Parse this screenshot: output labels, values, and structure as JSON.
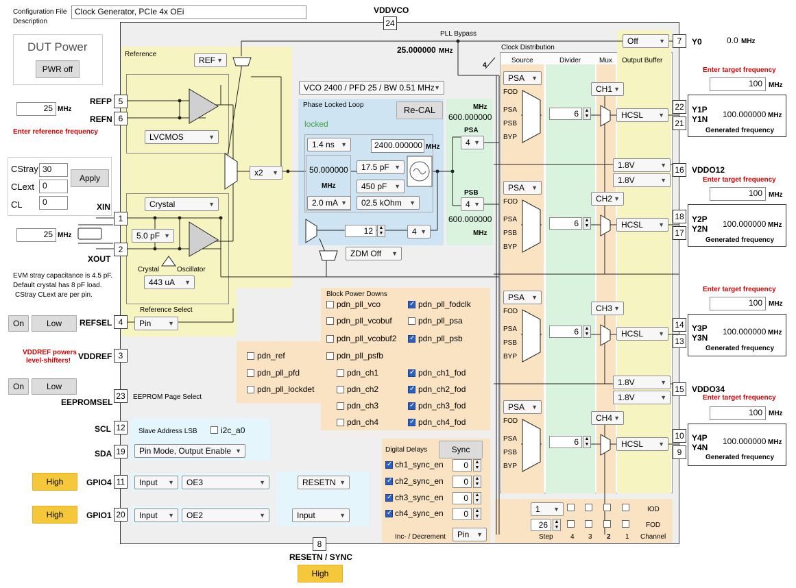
{
  "config": {
    "label_line1": "Configuration File",
    "label_line2": "Description",
    "value": "Clock Generator, PCIe 4x OEi"
  },
  "dut": {
    "title": "DUT Power",
    "button": "PWR off"
  },
  "refin": {
    "freq": "25",
    "unit": "MHz",
    "note": "Enter reference frequency"
  },
  "stray": {
    "cstray_label": "CStray",
    "clext_label": "CLext",
    "cl_label": "CL",
    "cstray": "30",
    "clext": "0",
    "cl": "0",
    "apply": "Apply"
  },
  "xtal": {
    "freq": "25",
    "unit": "MHz",
    "note1": "EVM stray capacitance is 4.5 pF.",
    "note2": "Default crystal has 8 pF load.",
    "note3": "CStray CLext are per pin."
  },
  "pins": {
    "refp": "REFP",
    "refp_num": "5",
    "refn": "REFN",
    "refn_num": "6",
    "xin": "XIN",
    "xin_num": "1",
    "xout": "XOUT",
    "xout_num": "2",
    "refsel": "REFSEL",
    "refsel_num": "4",
    "vddref": "VDDREF",
    "vddref_num": "3",
    "eepromsel": "EEPROMSEL",
    "eepromsel_num": "23",
    "scl": "SCL",
    "scl_num": "12",
    "sda": "SDA",
    "sda_num": "19",
    "gpio4": "GPIO4",
    "gpio4_num": "11",
    "gpio1": "GPIO1",
    "gpio1_num": "20",
    "resetn": "RESETN / SYNC",
    "resetn_num": "8",
    "vddvco": "VDDVCO",
    "vddvco_num": "24",
    "y0": "Y0",
    "y0_num": "7",
    "vddo12": "VDDO12",
    "vddo12_num": "16",
    "vddo34": "VDDO34",
    "vddo34_num": "15",
    "y1p": "Y1P",
    "y1n": "Y1N",
    "y1p_num": "22",
    "y1n_num": "21",
    "y2p": "Y2P",
    "y2n": "Y2N",
    "y2p_num": "18",
    "y2n_num": "17",
    "y3p": "Y3P",
    "y3n": "Y3N",
    "y3p_num": "14",
    "y3n_num": "13",
    "y4p": "Y4P",
    "y4n": "Y4N",
    "y4p_num": "10",
    "y4n_num": "9"
  },
  "refsel_ctrl": {
    "on": "On",
    "low": "Low"
  },
  "vddref_note1": "VDDREF powers",
  "vddref_note2": "level-shifters!",
  "eeprom_ctrl": {
    "on": "On",
    "low": "Low",
    "page_select": "EEPROM Page Select"
  },
  "gpio4_ctrl": {
    "level": "High",
    "mode": "Input",
    "func": "OE3"
  },
  "gpio1_ctrl": {
    "level": "High",
    "mode": "Input",
    "func": "OE2"
  },
  "i2c": {
    "slave_lsb": "Slave Address LSB",
    "cb_label": "i2c_a0",
    "mode": "Pin Mode, Output Enable"
  },
  "resetn_box": {
    "sel1": "RESETN",
    "sel2": "Input",
    "level": "High"
  },
  "reference": {
    "title": "Reference",
    "ref_sel": "REF",
    "lvcmos": "LVCMOS",
    "crystal": "Crystal",
    "cap": "5.0 pF",
    "crystal_lbl": "Crystal",
    "osc_lbl": "Oscillator",
    "current": "443 uA",
    "ref_select": "Reference Select",
    "refsel_mode": "Pin",
    "doubler": "x2"
  },
  "pll": {
    "bypass": "PLL Bypass",
    "bypass_freq": "25.000000",
    "bypass_unit": "MHz",
    "vco_sel": "VCO 2400 / PFD 25 / BW 0.51 MHz",
    "title": "Phase Locked Loop",
    "recal": "Re-CAL",
    "status": "locked",
    "ns": "1.4 ns",
    "pfd_freq": "50.000000",
    "pfd_unit": "MHz",
    "current": "2.0 mA",
    "c1": "17.5 pF",
    "c2": "450 pF",
    "r": "02.5 kOhm",
    "vco_freq": "2400.000000",
    "vco_unit": "MHz",
    "fb_div": "12",
    "fb_sel": "4",
    "zdm": "ZDM Off"
  },
  "psa_block": {
    "unit": "MHz",
    "psa_freq": "600.000000",
    "psa_lbl": "PSA",
    "psa_div": "4",
    "psb_lbl": "PSB",
    "psb_div": "4",
    "psb_freq": "600.000000",
    "psb_unit": "MHz"
  },
  "clockdist": {
    "title": "Clock Distribution",
    "source": "Source",
    "divider": "Divider",
    "mux": "Mux",
    "outbuf": "Output Buffer",
    "bus": "4"
  },
  "mux_inputs": {
    "fod": "FOD",
    "psa": "PSA",
    "psb": "PSB",
    "byp": "BYP"
  },
  "channels": [
    {
      "src": "PSA",
      "ch": "CH1",
      "div": "6",
      "std": "HCSL",
      "target": "100",
      "unit": "MHz",
      "freq": "100.000000",
      "funit": "MHz",
      "gen": "Generated frequency",
      "enter": "Enter target frequency"
    },
    {
      "src": "PSA",
      "ch": "CH2",
      "div": "6",
      "std": "HCSL",
      "target": "100",
      "unit": "MHz",
      "freq": "100.000000",
      "funit": "MHz",
      "gen": "Generated frequency",
      "enter": "Enter target frequency"
    },
    {
      "src": "PSA",
      "ch": "CH3",
      "div": "6",
      "std": "HCSL",
      "target": "100",
      "unit": "MHz",
      "freq": "100.000000",
      "funit": "MHz",
      "gen": "Generated frequency",
      "enter": "Enter target frequency"
    },
    {
      "src": "PSA",
      "ch": "CH4",
      "div": "6",
      "std": "HCSL",
      "target": "100",
      "unit": "MHz",
      "freq": "100.000000",
      "funit": "MHz",
      "gen": "Generated frequency",
      "enter": "Enter target frequency"
    }
  ],
  "y0": {
    "mode": "Off",
    "freq": "0.0",
    "unit": "MHz"
  },
  "vddo": {
    "v1": "1.8V",
    "v2": "1.8V",
    "v3": "1.8V",
    "v4": "1.8V"
  },
  "powerdown": {
    "title": "Block Power Downs",
    "items": [
      {
        "label": "pdn_pll_vco",
        "on": false
      },
      {
        "label": "pdn_pll_fodclk",
        "on": true
      },
      {
        "label": "pdn_pll_vcobuf",
        "on": false
      },
      {
        "label": "pdn_pll_psa",
        "on": false
      },
      {
        "label": "pdn_pll_vcobuf2",
        "on": false
      },
      {
        "label": "pdn_pll_psb",
        "on": true
      },
      {
        "label": "pdn_ref",
        "on": false
      },
      {
        "label": "pdn_pll_psfb",
        "on": false
      },
      {
        "label": "pdn_pll_pfd",
        "on": false
      },
      {
        "label": "pdn_ch1",
        "on": false
      },
      {
        "label": "pdn_ch1_fod",
        "on": true
      },
      {
        "label": "pdn_pll_lockdet",
        "on": false
      },
      {
        "label": "pdn_ch2",
        "on": false
      },
      {
        "label": "pdn_ch2_fod",
        "on": true
      },
      {
        "label": "pdn_ch3",
        "on": false
      },
      {
        "label": "pdn_ch3_fod",
        "on": true
      },
      {
        "label": "pdn_ch4",
        "on": false
      },
      {
        "label": "pdn_ch4_fod",
        "on": true
      }
    ]
  },
  "delays": {
    "title": "Digital Delays",
    "sync": "Sync",
    "rows": [
      {
        "label": "ch1_sync_en",
        "value": "0"
      },
      {
        "label": "ch2_sync_en",
        "value": "0"
      },
      {
        "label": "ch3_sync_en",
        "value": "0"
      },
      {
        "label": "ch4_sync_en",
        "value": "0"
      }
    ],
    "incdec": "Inc- / Decrement",
    "incdec_mode": "Pin"
  },
  "iod": {
    "sel": "1",
    "iod": "IOD",
    "step_val": "26",
    "fod": "FOD",
    "step": "Step",
    "c4": "4",
    "c3": "3",
    "c2": "2",
    "c1": "1",
    "channel": "Channel"
  },
  "colors": {
    "yellow": "#f6f5c2",
    "blue": "#cfe4f3",
    "green": "#d9f3df",
    "orange": "#fae3c2",
    "lightblue": "#e4f6fb",
    "chip": "#efefef",
    "btn_yellow": "#f4c83a"
  }
}
